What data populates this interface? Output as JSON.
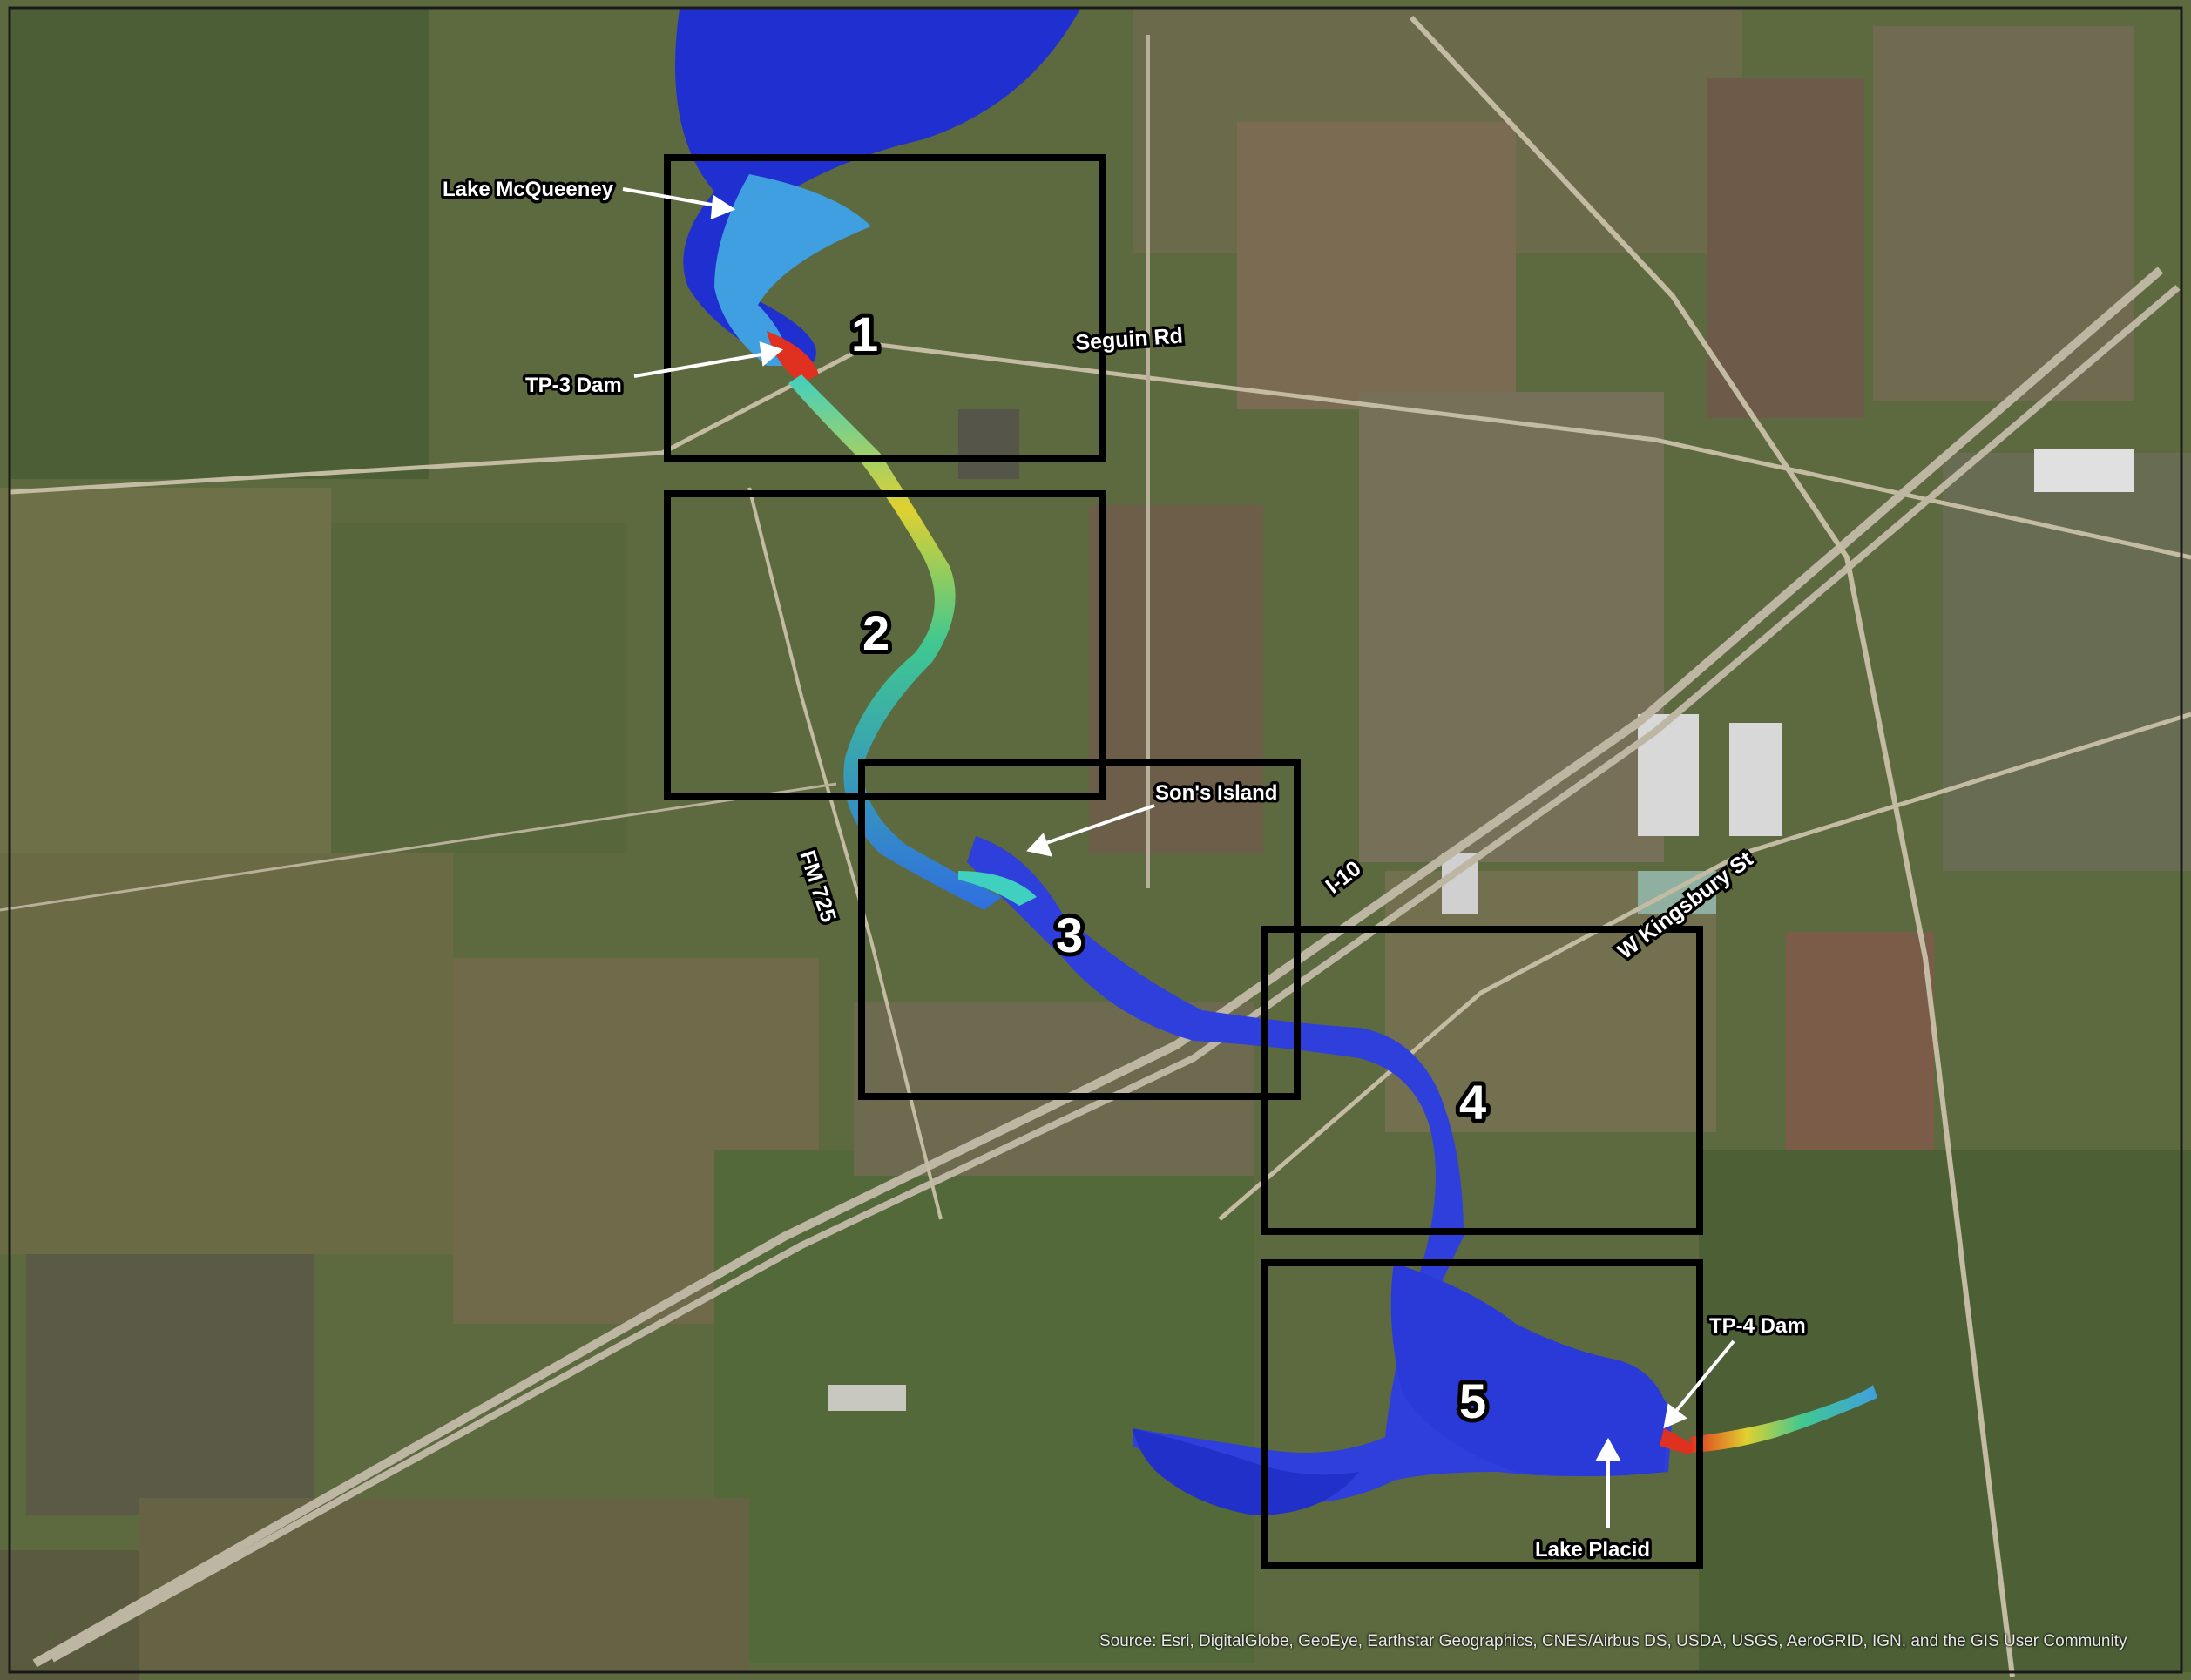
{
  "map": {
    "labels": {
      "lake_mcqueeney": "Lake McQueeney",
      "tp3_dam": "TP-3 Dam",
      "seguin_rd": "Seguin Rd",
      "fm725": "FM 725",
      "sons_island": "Son's Island",
      "i10": "I-10",
      "w_kingsbury": "W Kingsbury St",
      "tp4_dam": "TP-4 Dam",
      "lake_placid": "Lake Placid"
    },
    "zones": [
      "1",
      "2",
      "3",
      "4",
      "5"
    ],
    "attribution": "Source: Esri, DigitalGlobe, GeoEye, Earthstar Geographics, CNES/Airbus DS, USDA, USGS, AeroGRID, IGN, and the GIS User Community",
    "colors": {
      "imagery_base": "#5d6a3f",
      "flood_deep": "#2030d0",
      "flood_mid": "#2f6fe0",
      "flood_shallow": "#3fd0c0",
      "flood_high": "#e0d030",
      "flood_max": "#e03020",
      "zone_box": "#000000"
    }
  }
}
